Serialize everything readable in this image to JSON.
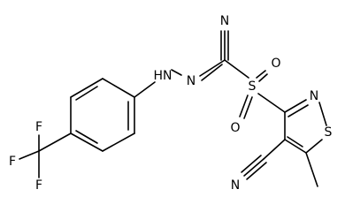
{
  "atoms": {
    "n_nitrile_top": "N",
    "hydrazone_nh": "HN",
    "hydrazone_n": "N",
    "sulfone_s": "S",
    "sulfone_o_right": "O",
    "sulfone_o_lower": "O",
    "isothiazole_n": "N",
    "isothiazole_s": "S",
    "n_nitrile_bottom": "N",
    "fluorine_top": "F",
    "fluorine_left": "F",
    "fluorine_bottom": "F"
  }
}
